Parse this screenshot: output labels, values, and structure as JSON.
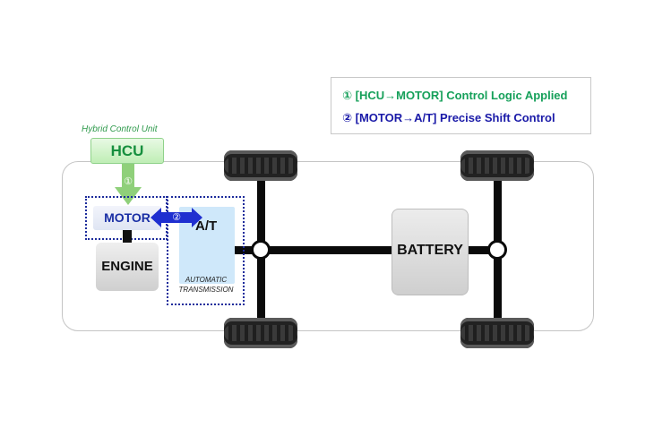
{
  "legend": {
    "line1": "① [HCU→MOTOR] Control Logic Applied",
    "line2": "② [MOTOR→A/T] Precise Shift Control",
    "line1_color": "#16a05a",
    "line2_color": "#1a1aa8"
  },
  "hcu": {
    "caption": "Hybrid Control Unit",
    "label": "HCU",
    "step_marker": "①",
    "color": "#168f3e"
  },
  "powertrain": {
    "motor_label": "MOTOR",
    "engine_label": "ENGINE",
    "at_label": "A/T",
    "at_caption_line1": "AUTOMATIC",
    "at_caption_line2": "TRANSMISSION",
    "step_marker": "②",
    "accent_color": "#1a2fa5"
  },
  "battery": {
    "label": "BATTERY"
  }
}
